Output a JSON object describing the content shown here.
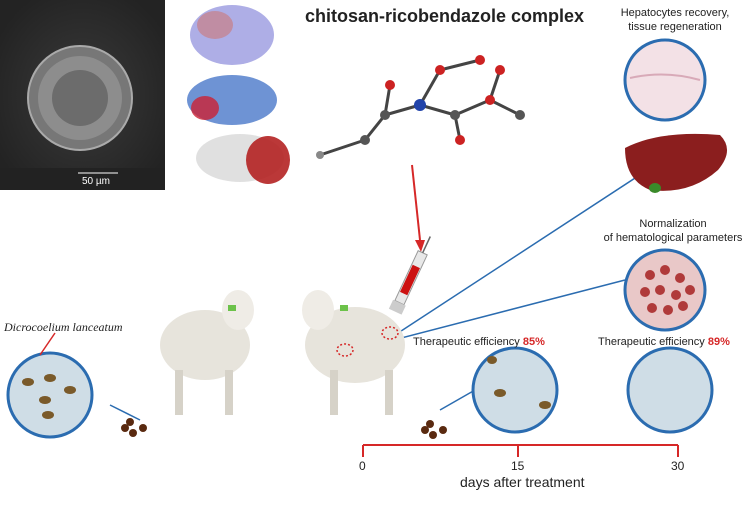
{
  "title": "chitosan-ricobendazole complex",
  "hepatocytes": {
    "line1": "Hepatocytes recovery,",
    "line2": "tissue regeneration"
  },
  "hematology": {
    "line1": "Normalization",
    "line2": "of hematological parameters"
  },
  "parasite": "Dicrocoelium lanceatum",
  "efficiency1": {
    "label": "Therapeutic efficiency ",
    "value": "85%"
  },
  "efficiency2": {
    "label": "Therapeutic efficiency ",
    "value": "89%"
  },
  "sem_scale": "50 µm",
  "timeline": {
    "ticks": [
      "0",
      "15",
      "30"
    ],
    "label": "days after treatment"
  },
  "colors": {
    "accent_red": "#d62828",
    "line_blue": "#2b6cb0",
    "liver": "#8b1e1e"
  }
}
